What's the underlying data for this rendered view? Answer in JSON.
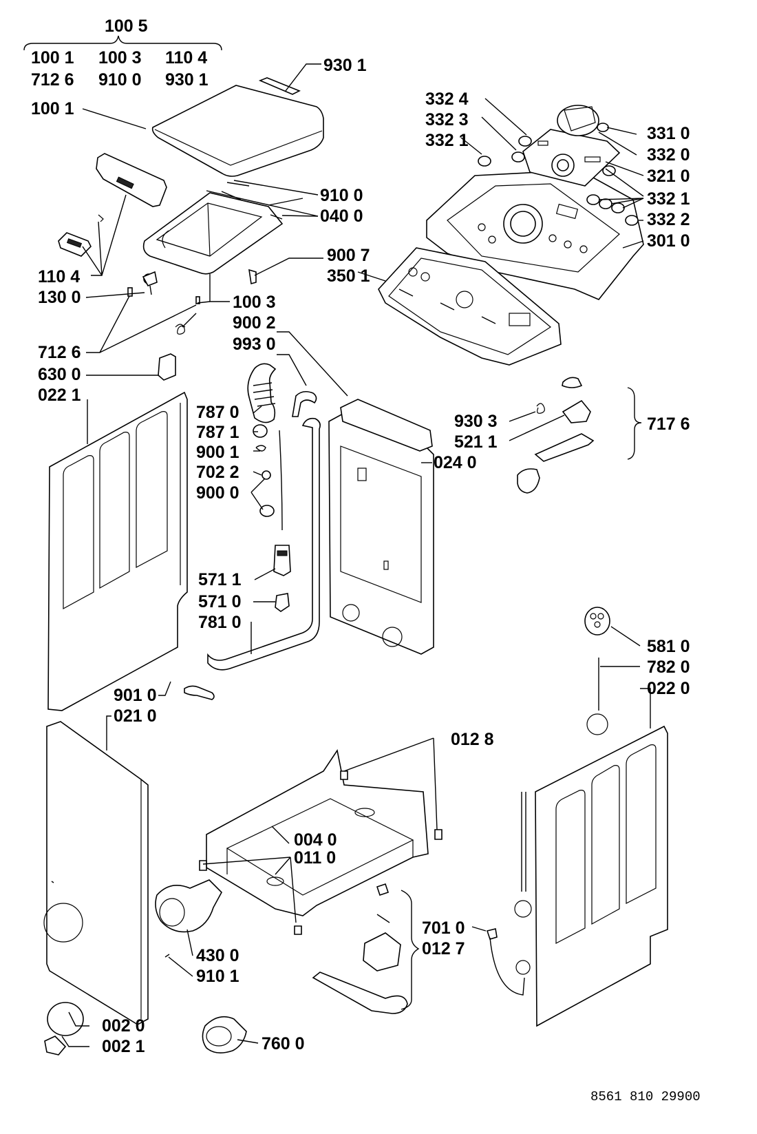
{
  "labels": {
    "l1005": "100 5",
    "l1001a": "100 1",
    "l1003a": "100 3",
    "l1104a": "110 4",
    "l7126a": "712 6",
    "l9100a": "910 0",
    "l9301a": "930 1",
    "l9301b": "930 1",
    "l1001b": "100 1",
    "l9100b": "910 0",
    "l0400": "040 0",
    "l1104b": "110 4",
    "l1300": "130 0",
    "l1003b": "100 3",
    "l9002": "900 2",
    "l9930": "993 0",
    "l7126b": "712 6",
    "l6300": "630 0",
    "l0221": "022 1",
    "l3324": "332 4",
    "l3323": "332 3",
    "l3321a": "332 1",
    "l3310": "331 0",
    "l3320": "332 0",
    "l3210": "321 0",
    "l3321b": "332 1",
    "l3322": "332 2",
    "l3010": "301 0",
    "l9007": "900 7",
    "l3501": "350 1",
    "l7870": "787 0",
    "l7871": "787 1",
    "l9001": "900 1",
    "l7022": "702 2",
    "l9000": "900 0",
    "l9303": "930 3",
    "l5211": "521 1",
    "l0240": "024 0",
    "l7176": "717 6",
    "l5711": "571 1",
    "l5710": "571 0",
    "l7810": "781 0",
    "l5810": "581 0",
    "l7820": "782 0",
    "l0220": "022 0",
    "l9010": "901 0",
    "l0210": "021 0",
    "l0128": "012 8",
    "l0040": "004 0",
    "l0110": "011 0",
    "l4300": "430 0",
    "l9101": "910 1",
    "l7010": "701 0",
    "l0127": "012 7",
    "l0020": "002 0",
    "l0021": "002 1",
    "l7600": "760 0"
  },
  "drawing_ref": "8561 810 29900"
}
